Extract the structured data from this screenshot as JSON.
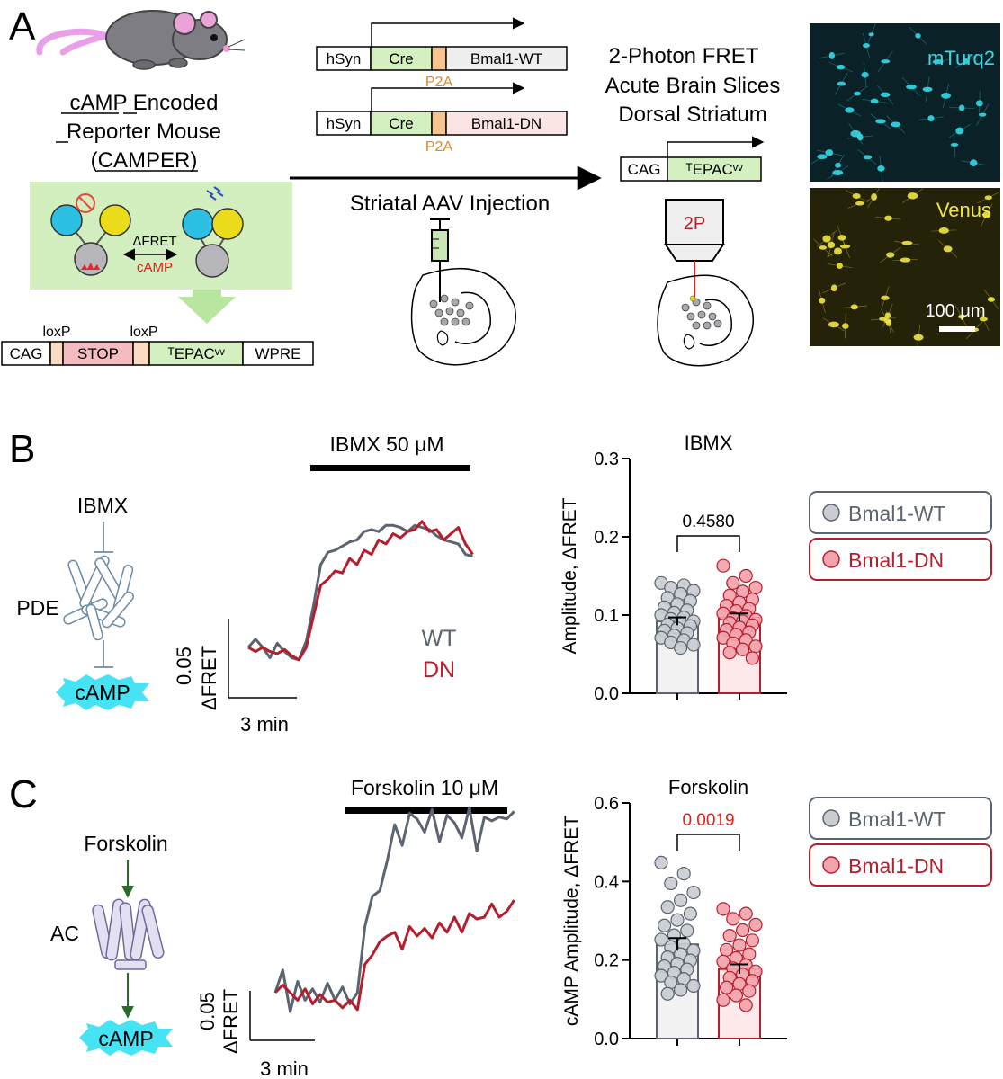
{
  "panels": {
    "a": "A",
    "b": "B",
    "c": "C"
  },
  "mouse": {
    "line1": "cAMP Encoded",
    "line2": "Reporter Mouse",
    "line3": "(CAMPER)"
  },
  "epac_diagram": {
    "dfret": "ΔFRET",
    "camp": "cAMP"
  },
  "camper_construct": {
    "loxp1": "loxP",
    "loxp2": "loxP",
    "segments": [
      "CAG",
      "STOP",
      "ᵀEPACᵛᵛ",
      "WPRE"
    ]
  },
  "aav": {
    "wt_construct": [
      "hSyn",
      "Cre",
      "Bmal1-WT"
    ],
    "dn_construct": [
      "hSyn",
      "Cre",
      "Bmal1-DN"
    ],
    "p2a": "P2A",
    "injection_label": "Striatal AAV Injection"
  },
  "imaging": {
    "line1": "2-Photon FRET",
    "line2": "Acute Brain Slices",
    "line3": "Dorsal Striatum",
    "construct": [
      "CAG",
      "ᵀEPACᵛᵛ"
    ],
    "objective": "2P",
    "image_top_label": "mTurq2",
    "image_bottom_label": "Venus",
    "scalebar": "100 μm"
  },
  "colors": {
    "wt": "#5b6470",
    "dn": "#b51e2c",
    "wt_fill": "#c9ccd0",
    "dn_fill": "#f2a3ac",
    "green_box": "#d3efbf",
    "cre": "#d4efc0",
    "p2a": "#f6c58f",
    "stop": "#f4bcc0",
    "camp": "#46e3f5",
    "turq": "#36d8e6",
    "venus": "#f0e640",
    "pval_red": "#e0201b"
  },
  "panel_b": {
    "drug_label": "IBMX",
    "enzyme": "PDE",
    "product": "cAMP",
    "trace_drug": "IBMX 50 μM",
    "scale_y": "0.05",
    "scale_y2": "ΔFRET",
    "scale_x": "3 min",
    "legend_wt": "WT",
    "legend_dn": "DN"
  },
  "panel_c": {
    "drug_label": "Forskolin",
    "enzyme": "AC",
    "product": "cAMP",
    "trace_drug": "Forskolin 10 μM",
    "scale_y": "0.05",
    "scale_y2": "ΔFRET",
    "scale_x": "3 min"
  },
  "legend": {
    "wt": "Bmal1-WT",
    "dn": "Bmal1-DN"
  },
  "chart_data": [
    {
      "type": "line",
      "title": "IBMX 50 μM",
      "x_unit": "index",
      "series": [
        {
          "name": "WT",
          "values": [
            0.0,
            0.008,
            0.0,
            -0.01,
            0.004,
            -0.004,
            -0.01,
            -0.012,
            0.006,
            0.04,
            0.08,
            0.092,
            0.094,
            0.098,
            0.102,
            0.104,
            0.112,
            0.114,
            0.112,
            0.118,
            0.118,
            0.116,
            0.112,
            0.118,
            0.116,
            0.114,
            0.108,
            0.104,
            0.102,
            0.1,
            0.09,
            0.088
          ]
        },
        {
          "name": "DN",
          "values": [
            0.0,
            -0.004,
            0.0,
            -0.004,
            -0.006,
            -0.002,
            -0.008,
            -0.012,
            0.0,
            0.03,
            0.06,
            0.066,
            0.074,
            0.072,
            0.086,
            0.08,
            0.094,
            0.09,
            0.104,
            0.1,
            0.11,
            0.106,
            0.112,
            0.114,
            0.122,
            0.112,
            0.114,
            0.104,
            0.11,
            0.116,
            0.1,
            0.09
          ]
        }
      ]
    },
    {
      "type": "bar",
      "title": "IBMX",
      "ylabel": "Amplitude, ΔFRET",
      "ylim": [
        0,
        0.3
      ],
      "yticks": [
        "0.0",
        "0.1",
        "0.2",
        "0.3"
      ],
      "categories": [
        "Bmal1-WT",
        "Bmal1-DN"
      ],
      "values": [
        0.092,
        0.097
      ],
      "sem": [
        0.005,
        0.005
      ],
      "pvalue": "0.4580",
      "points": [
        [
          0.141,
          0.138,
          0.135,
          0.131,
          0.127,
          0.122,
          0.118,
          0.114,
          0.11,
          0.106,
          0.103,
          0.1,
          0.097,
          0.095,
          0.092,
          0.09,
          0.088,
          0.086,
          0.083,
          0.08,
          0.077,
          0.074,
          0.071,
          0.068,
          0.065,
          0.062,
          0.058
        ],
        [
          0.163,
          0.15,
          0.141,
          0.135,
          0.13,
          0.125,
          0.12,
          0.116,
          0.112,
          0.108,
          0.105,
          0.102,
          0.099,
          0.096,
          0.094,
          0.092,
          0.09,
          0.087,
          0.084,
          0.081,
          0.078,
          0.075,
          0.071,
          0.068,
          0.064,
          0.06,
          0.056,
          0.052,
          0.045
        ]
      ]
    },
    {
      "type": "line",
      "title": "Forskolin 10 μM",
      "x_unit": "index",
      "series": [
        {
          "name": "WT",
          "values": [
            0.0,
            0.024,
            -0.02,
            0.012,
            -0.008,
            0.004,
            -0.01,
            0.01,
            -0.008,
            0.006,
            -0.012,
            0.0,
            0.07,
            0.102,
            0.108,
            0.14,
            0.178,
            0.156,
            0.19,
            0.184,
            0.17,
            0.194,
            0.16,
            0.188,
            0.18,
            0.164,
            0.196,
            0.15,
            0.186,
            0.182,
            0.186,
            0.184,
            0.192
          ]
        },
        {
          "name": "DN",
          "values": [
            0.0,
            0.008,
            0.0,
            -0.008,
            0.004,
            -0.012,
            -0.002,
            -0.01,
            -0.008,
            -0.016,
            -0.008,
            -0.018,
            0.03,
            0.04,
            0.054,
            0.06,
            0.064,
            0.046,
            0.07,
            0.06,
            0.068,
            0.058,
            0.074,
            0.064,
            0.08,
            0.064,
            0.084,
            0.078,
            0.08,
            0.094,
            0.08,
            0.086,
            0.098
          ]
        }
      ]
    },
    {
      "type": "bar",
      "title": "Forskolin",
      "ylabel": "cAMP Amplitude, ΔFRET",
      "ylim": [
        0,
        0.6
      ],
      "yticks": [
        "0.0",
        "0.2",
        "0.4",
        "0.6"
      ],
      "categories": [
        "Bmal1-WT",
        "Bmal1-DN"
      ],
      "values": [
        0.24,
        0.177
      ],
      "sem": [
        0.016,
        0.012
      ],
      "pvalue": "0.0019",
      "points": [
        [
          0.448,
          0.42,
          0.395,
          0.372,
          0.352,
          0.335,
          0.318,
          0.302,
          0.288,
          0.275,
          0.263,
          0.252,
          0.242,
          0.233,
          0.224,
          0.215,
          0.207,
          0.199,
          0.191,
          0.184,
          0.176,
          0.168,
          0.16,
          0.152,
          0.143,
          0.134,
          0.124,
          0.114
        ],
        [
          0.33,
          0.318,
          0.305,
          0.29,
          0.276,
          0.262,
          0.25,
          0.238,
          0.226,
          0.215,
          0.205,
          0.196,
          0.187,
          0.179,
          0.171,
          0.163,
          0.155,
          0.147,
          0.139,
          0.13,
          0.121,
          0.11,
          0.098,
          0.085
        ]
      ]
    }
  ]
}
